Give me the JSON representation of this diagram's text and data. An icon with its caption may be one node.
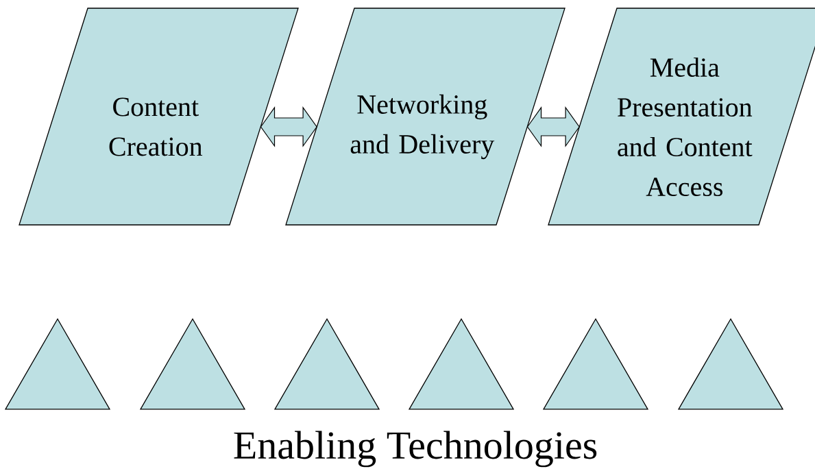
{
  "diagram": {
    "nodes": [
      {
        "text": [
          "Content Creation"
        ]
      },
      {
        "text": [
          "Networking and Delivery"
        ]
      },
      {
        "text": [
          "Media Presentation and Content Access"
        ]
      },
      {
        "text": [],
        "shape": "triangle"
      },
      {
        "text": [],
        "shape": "triangle"
      },
      {
        "text": [],
        "shape": "triangle"
      },
      {
        "text": [],
        "shape": "triangle"
      },
      {
        "text": [],
        "shape": "triangle"
      },
      {
        "text": [],
        "shape": "triangle"
      }
    ],
    "edges": [
      {
        "from": 0,
        "to": 1,
        "arrow": "both"
      },
      {
        "from": 1,
        "to": 2,
        "arrow": "both"
      }
    ],
    "labels": [
      "Enabling Technologies"
    ]
  }
}
